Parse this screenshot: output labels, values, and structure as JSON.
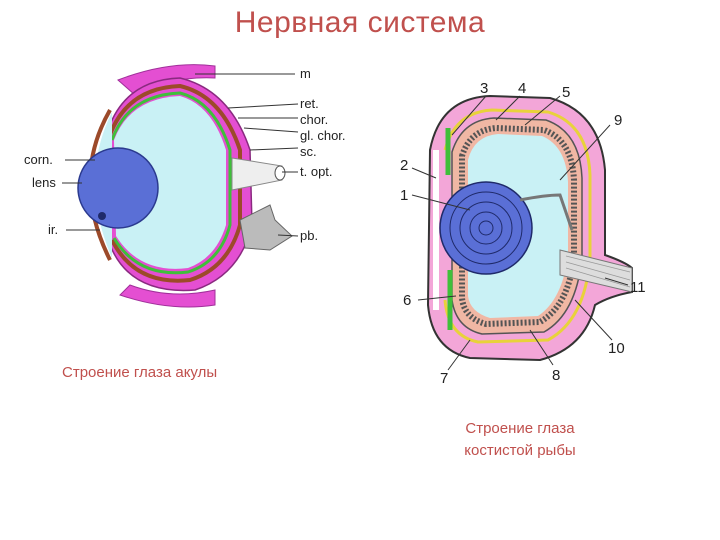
{
  "title": "Нервная  система",
  "shark": {
    "caption": "Строение глаза акулы",
    "labels": {
      "m": "m",
      "ret": "ret.",
      "chor": "chor.",
      "gl_chor": "gl. chor.",
      "sc": "sc.",
      "t_opt": "t. opt.",
      "corn": "corn.",
      "lens": "lens",
      "ir": "ir.",
      "pb": "pb."
    }
  },
  "fish": {
    "caption": "Строение глаза костистой рыбы",
    "numbers": [
      "1",
      "2",
      "3",
      "4",
      "5",
      "6",
      "7",
      "8",
      "9",
      "10",
      "11"
    ]
  },
  "colors": {
    "caption": "#c0504d",
    "magenta": "#e44fd2",
    "pink": "#f3a6d8",
    "cyan": "#c9f1f5",
    "lens": "#5a6fd6",
    "green": "#3fbf3a",
    "brown": "#9c4a2a"
  }
}
